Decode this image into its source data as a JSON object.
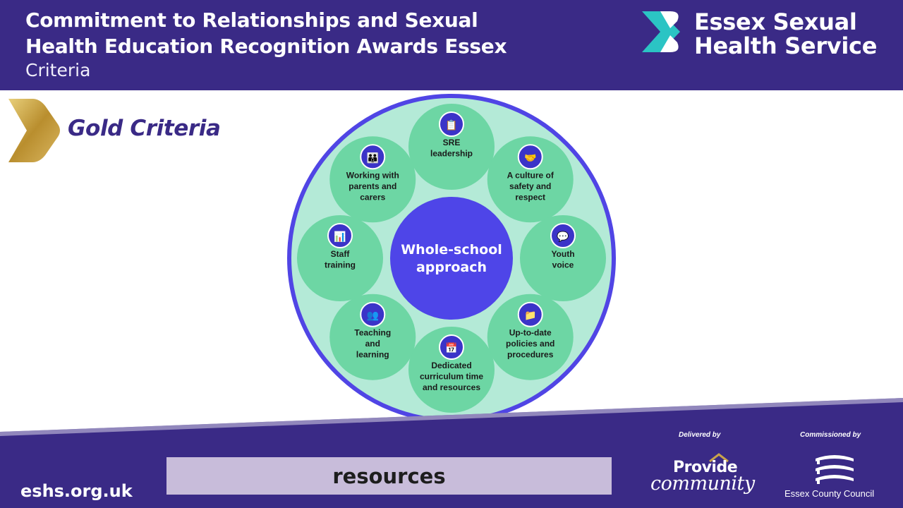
{
  "header": {
    "title_lines": [
      "Commitment to Relationships and Sexual",
      "Health Education Recognition Awards Essex"
    ],
    "subtitle": "Criteria",
    "logo_lines": [
      "Essex Sexual",
      "Health Service"
    ]
  },
  "badge": {
    "label": "Gold Criteria"
  },
  "wheel": {
    "center_lines": [
      "Whole-school",
      "approach"
    ],
    "segments": [
      {
        "lines": [
          "SRE",
          "leadership"
        ],
        "icon": "clipboard-person-icon"
      },
      {
        "lines": [
          "A culture of",
          "safety and",
          "respect"
        ],
        "icon": "handshake-icon"
      },
      {
        "lines": [
          "Youth",
          "voice"
        ],
        "icon": "speech-bubbles-icon"
      },
      {
        "lines": [
          "Up-to-date",
          "policies and",
          "procedures"
        ],
        "icon": "folder-document-icon"
      },
      {
        "lines": [
          "Dedicated",
          "curriculum time",
          "and resources"
        ],
        "icon": "timetable-icon"
      },
      {
        "lines": [
          "Teaching",
          "and",
          "learning"
        ],
        "icon": "teacher-student-icon"
      },
      {
        "lines": [
          "Staff",
          "training"
        ],
        "icon": "presentation-board-icon"
      },
      {
        "lines": [
          "Working with",
          "parents and",
          "carers"
        ],
        "icon": "parents-icon"
      }
    ],
    "colors": {
      "ring_border": "#5045e5",
      "ring_fill": "#b4ead7",
      "segment_fill": "#6dd6a4",
      "center_fill": "#4e45e8",
      "icon_fill": "#3b34c8"
    }
  },
  "footer": {
    "site": "eshs.org.uk",
    "resource_label": "resources",
    "delivered_by": "Delivered by",
    "commissioned_by": "Commissioned by",
    "provide_word": "Provide",
    "community_word": "community",
    "council_name": "Essex County Council"
  },
  "colors": {
    "brand_purple": "#3a2a86",
    "teal_accent": "#2bc4c4",
    "gold": "#c9a34a",
    "resource_box": "#c8bcda"
  }
}
